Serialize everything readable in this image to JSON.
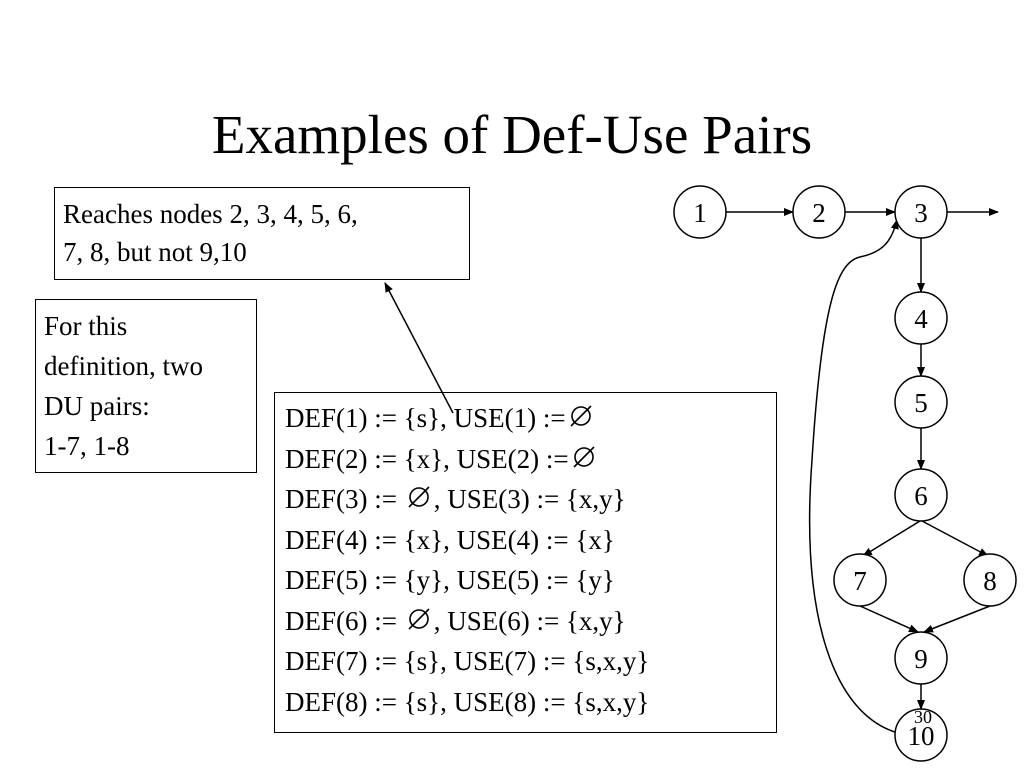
{
  "slide": {
    "title": "Examples of Def-Use Pairs",
    "page_number": "30"
  },
  "reaches_box": {
    "lines": [
      "Reaches nodes 2, 3, 4, 5, 6,",
      "7, 8, but not 9,10"
    ]
  },
  "pairs_box": {
    "lines": [
      "For this",
      "definition, two",
      "DU pairs:",
      "1-7, 1-8"
    ]
  },
  "def_use": [
    {
      "def": "DEF(1) := {s}, USE(1) :=",
      "use": ""
    },
    {
      "def": "DEF(2) := {x}, USE(2) :=",
      "use": ""
    },
    {
      "def": "DEF(3) :=",
      "use": ", USE(3) := {x,y}"
    },
    {
      "def": "DEF(4) := {x}, USE(4) := {x}",
      "use": ""
    },
    {
      "def": "DEF(5) := {y}, USE(5) := {y}",
      "use": ""
    },
    {
      "def": "DEF(6) :=",
      "use": ",  USE(6) := {x,y}"
    },
    {
      "def": "DEF(7) := {s}, USE(7) := {s,x,y}",
      "use": ""
    },
    {
      "def": "DEF(8) := {s}, USE(8) := {s,x,y}",
      "use": ""
    }
  ],
  "graph": {
    "nodes": [
      "1",
      "2",
      "3",
      "4",
      "5",
      "6",
      "7",
      "8",
      "9",
      "10"
    ],
    "edges": [
      [
        "1",
        "2"
      ],
      [
        "2",
        "3"
      ],
      [
        "3",
        "exit"
      ],
      [
        "3",
        "4"
      ],
      [
        "4",
        "5"
      ],
      [
        "5",
        "6"
      ],
      [
        "6",
        "7"
      ],
      [
        "6",
        "8"
      ],
      [
        "7",
        "9"
      ],
      [
        "8",
        "9"
      ],
      [
        "9",
        "10"
      ],
      [
        "10",
        "3"
      ]
    ]
  }
}
